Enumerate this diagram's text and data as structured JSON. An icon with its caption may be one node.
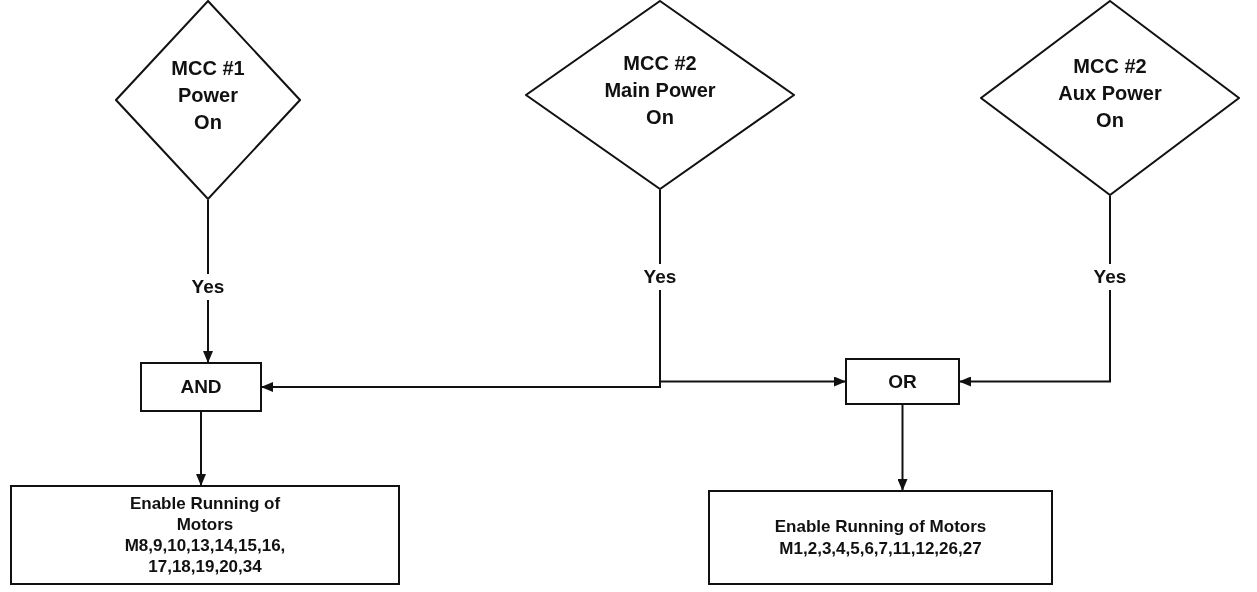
{
  "diagram": {
    "nodes": [
      {
        "text": [
          "MCC #1 Power On"
        ]
      },
      {
        "text": [
          "MCC #2 Main Power On"
        ]
      },
      {
        "text": [
          "MCC #2 Aux Power On"
        ]
      },
      {
        "text": [
          "AND"
        ]
      },
      {
        "text": [
          "OR"
        ]
      },
      {
        "text": [
          "Enable Running of Motors",
          "M8,9,10,13,14,15,16, 17,18,19,20,34"
        ]
      },
      {
        "text": [
          "Enable Running of Motors",
          "M1,2,3,4,5,6,7,11,12,26,27"
        ]
      }
    ],
    "edges": [
      {
        "from": 0,
        "to": 3,
        "arrow": "to",
        "label": "Yes"
      },
      {
        "from": 1,
        "to": 3,
        "arrow": "to",
        "label": "Yes"
      },
      {
        "from": 1,
        "to": 4,
        "arrow": "to"
      },
      {
        "from": 2,
        "to": 4,
        "arrow": "to",
        "label": "Yes"
      },
      {
        "from": 3,
        "to": 5,
        "arrow": "to"
      },
      {
        "from": 4,
        "to": 6,
        "arrow": "to"
      }
    ]
  }
}
